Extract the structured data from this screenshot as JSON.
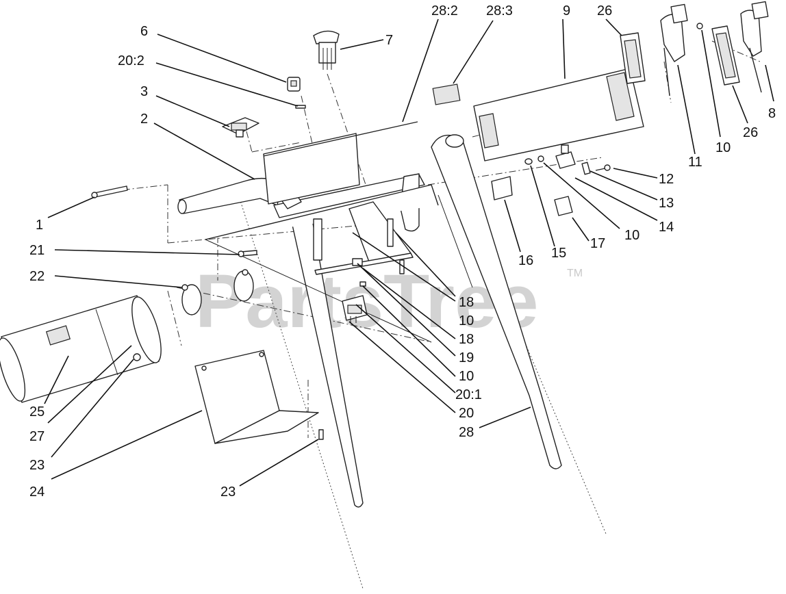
{
  "watermark": {
    "brand": "PartsTree",
    "tm": "TM"
  },
  "callouts": [
    {
      "label": "6"
    },
    {
      "label": "20:2"
    },
    {
      "label": "3"
    },
    {
      "label": "2"
    },
    {
      "label": "7"
    },
    {
      "label": "28:2"
    },
    {
      "label": "28:3"
    },
    {
      "label": "9"
    },
    {
      "label": "26"
    },
    {
      "label": "8"
    },
    {
      "label": "26"
    },
    {
      "label": "10"
    },
    {
      "label": "11"
    },
    {
      "label": "12"
    },
    {
      "label": "13"
    },
    {
      "label": "14"
    },
    {
      "label": "10"
    },
    {
      "label": "17"
    },
    {
      "label": "15"
    },
    {
      "label": "16"
    },
    {
      "label": "1"
    },
    {
      "label": "21"
    },
    {
      "label": "22"
    },
    {
      "label": "18"
    },
    {
      "label": "10"
    },
    {
      "label": "18"
    },
    {
      "label": "19"
    },
    {
      "label": "10"
    },
    {
      "label": "20:1"
    },
    {
      "label": "20"
    },
    {
      "label": "28"
    },
    {
      "label": "25"
    },
    {
      "label": "27"
    },
    {
      "label": "23"
    },
    {
      "label": "24"
    },
    {
      "label": "23"
    }
  ]
}
